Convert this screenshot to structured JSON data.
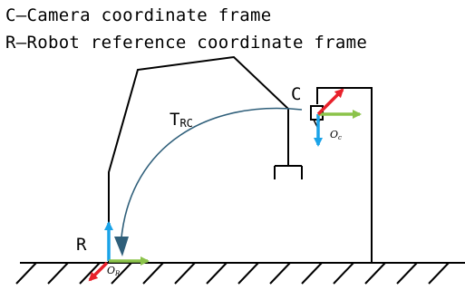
{
  "legend": {
    "camera": "C—Camera coordinate frame",
    "robot": "R—Robot reference coordinate frame"
  },
  "labels": {
    "camera_frame": "C",
    "robot_frame": "R",
    "transform_main": "T",
    "transform_sub": "RC",
    "camera_origin_main": "O",
    "camera_origin_sub": "c",
    "robot_origin_main": "O",
    "robot_origin_sub": "R"
  },
  "colors": {
    "line": "#000000",
    "z_axis": "#1aa3e8",
    "x_axis": "#8bc34a",
    "y_axis": "#e8212b",
    "transform_arc": "#2f5f7a"
  }
}
